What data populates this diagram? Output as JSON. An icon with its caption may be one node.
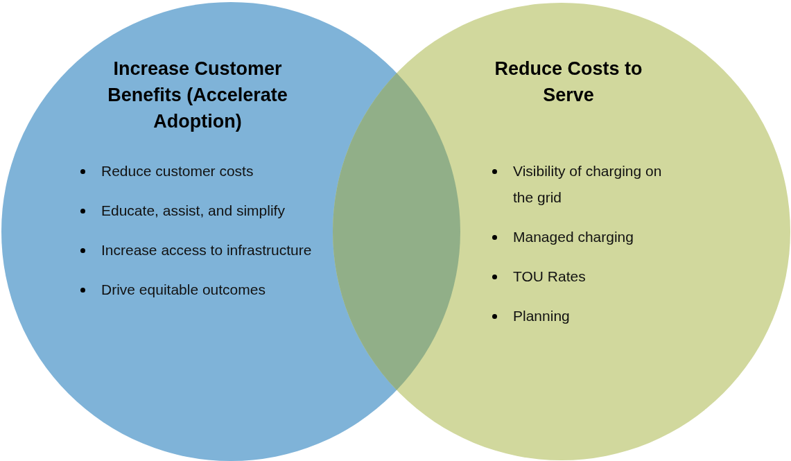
{
  "diagram": {
    "nodes": [
      {
        "text": [
          "Increase Customer Benefits (Accelerate Adoption)",
          "Reduce customer costs",
          "Educate, assist, and simplify",
          "Increase access to infrastructure",
          "Drive equitable outcomes"
        ]
      },
      {
        "text": [
          "Reduce Costs to Serve",
          "Visibility of charging on the grid",
          "Managed charging",
          "TOU Rates",
          "Planning"
        ]
      }
    ]
  }
}
